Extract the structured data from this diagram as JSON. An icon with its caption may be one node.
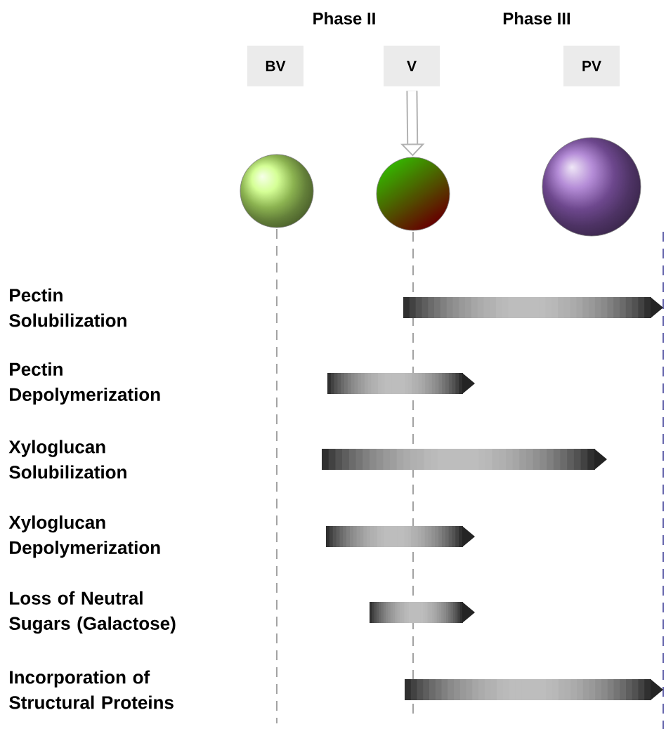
{
  "diagram": {
    "nodes": [
      {
        "text": [
          "BV"
        ]
      },
      {
        "text": [
          "V"
        ]
      },
      {
        "text": [
          "PV"
        ]
      },
      {
        "text": [],
        "shape": "circle"
      },
      {
        "text": [],
        "shape": "circle"
      },
      {
        "text": [],
        "shape": "circle"
      }
    ],
    "edges": [
      {
        "from": 1,
        "to": 4,
        "arrow": "to"
      }
    ],
    "labels": [
      "Phase II",
      "Phase III",
      "Pectin Solubilization",
      "Pectin Depolymerization",
      "Xyloglucan Solubilization",
      "Xyloglucan Depolymerization",
      "Loss of Neutral Sugars (Galactose)",
      "Incorporation of Structural Proteins"
    ]
  }
}
